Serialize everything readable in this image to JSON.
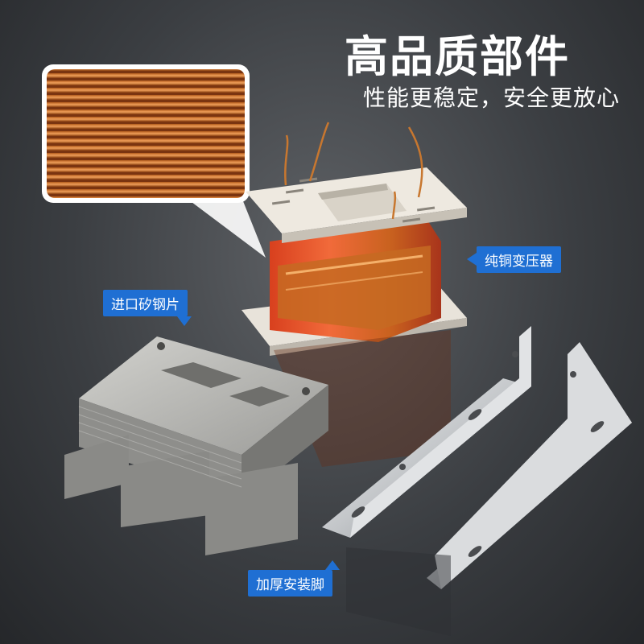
{
  "headline": "高品质部件",
  "subline": "性能更稳定，安全更放心",
  "labels": {
    "transformer": "纯铜变压器",
    "silicon_steel": "进口矽钢片",
    "mounting_feet": "加厚安装脚"
  },
  "colors": {
    "background": "#3b3e42",
    "label_bg": "#1f6fd3",
    "copper": "#c8772f",
    "bobbin": "#e8e3da",
    "steel": "#b9b9b6",
    "bracket": "#d6d8da"
  }
}
